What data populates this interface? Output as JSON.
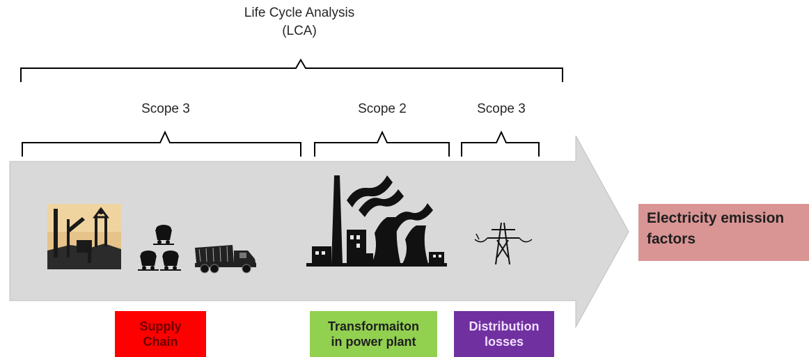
{
  "lca": {
    "line1": "Life Cycle Analysis",
    "line2": "(LCA)"
  },
  "scopes": [
    {
      "label": "Scope 3"
    },
    {
      "label": "Scope 2"
    },
    {
      "label": "Scope 3"
    }
  ],
  "stages": [
    {
      "line1": "Supply",
      "line2": "Chain",
      "bg": "#ff0000",
      "fg": "#6b0000"
    },
    {
      "line1": "Transformaiton",
      "line2": "in power plant",
      "bg": "#92d050",
      "fg": "#1f1f1f"
    },
    {
      "line1": "Distribution",
      "line2": "losses",
      "bg": "#7030a0",
      "fg": "#f0e0ff"
    }
  ],
  "output": {
    "line1": "Electricity emission",
    "line2": "factors"
  },
  "icons": [
    "mine-headframe-icon",
    "coal-carts-icon",
    "dump-truck-icon",
    "power-plant-icon",
    "transmission-tower-icon"
  ],
  "colors": {
    "arrow": "#d9d9d9",
    "output": "#d99594"
  }
}
